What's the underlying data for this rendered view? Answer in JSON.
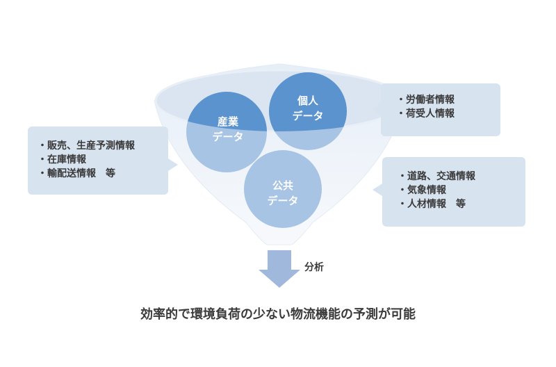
{
  "callouts": {
    "left": {
      "items": [
        "販売、生産予測情報",
        "在庫情報",
        "輸配送情報　等"
      ]
    },
    "top_right": {
      "items": [
        "労働者情報",
        "荷受人情報"
      ]
    },
    "bottom_right": {
      "items": [
        "道路、交通情報",
        "気象情報",
        "人材情報　等"
      ]
    }
  },
  "bubbles": {
    "industrial": {
      "line1": "産業",
      "line2": "データ"
    },
    "personal": {
      "line1": "個人",
      "line2": "データ"
    },
    "public": {
      "line1": "公共",
      "line2": "データ"
    }
  },
  "arrow_label": "分析",
  "conclusion": "効率的で環境負荷の少ない物流機能の予測が可能",
  "colors": {
    "funnel_light": "#eef3f9",
    "funnel_rim": "#dbe5f1",
    "bubble_dark": "#5b93cf",
    "bubble_light": "#a8c4e4",
    "callout_bg": "#d8e3f0",
    "arrow": "#9fb8dc",
    "text": "#3a3a3a"
  }
}
